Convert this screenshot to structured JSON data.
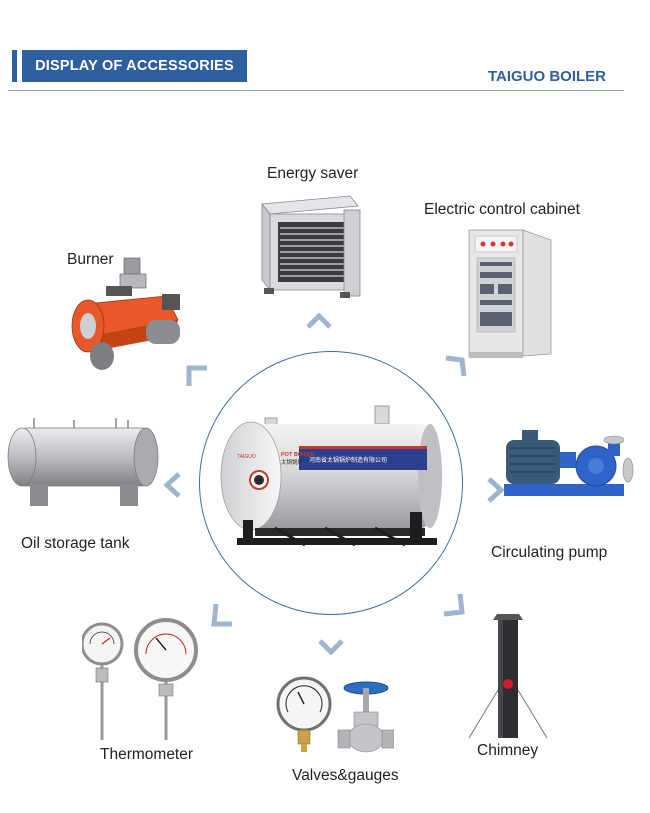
{
  "header": {
    "title": "DISPLAY OF ACCESSORIES",
    "brand": "TAIGUO BOILER"
  },
  "accessories": {
    "energy_saver": "Energy saver",
    "control_cabinet": "Electric control cabinet",
    "burner": "Burner",
    "oil_tank": "Oil storage tank",
    "pump": "Circulating pump",
    "thermometer": "Thermometer",
    "valves": "Valves&gauges",
    "chimney": "Chimney"
  },
  "boiler": {
    "brand_text": "POT BOILER",
    "cn_text": "太锅锅炉",
    "logo_text": "TAIGUO"
  },
  "colors": {
    "accent": "#2e5f9e",
    "chevron": "#9fb4cf",
    "burner_orange": "#e8582a"
  }
}
